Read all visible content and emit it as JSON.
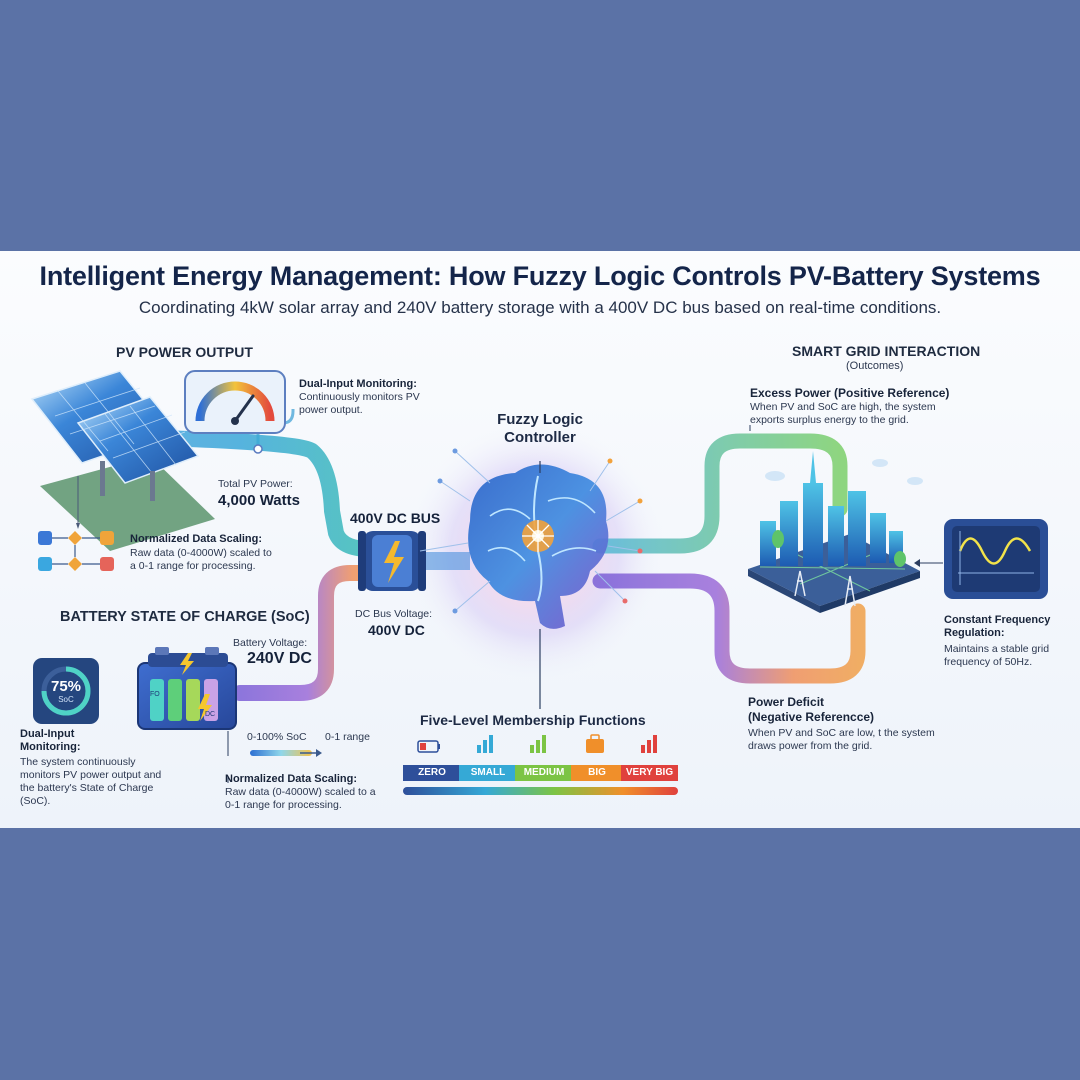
{
  "header": {
    "title": "Intelligent Energy Management: How Fuzzy Logic Controls PV-Battery Systems",
    "subtitle": "Coordinating 4kW solar array and 240V battery storage with a 400V DC bus based on real-time conditions."
  },
  "pv": {
    "heading": "PV POWER OUTPUT",
    "monitor_title": "Dual-Input Monitoring:",
    "monitor_text": "Continuously monitors PV power output.",
    "total_label": "Total PV Power:",
    "total_value": "4,000 Watts",
    "scaling_title": "Normalized Data Scaling:",
    "scaling_text": "Raw data (0-4000W) scaled to a 0-1 range for processing."
  },
  "bus": {
    "label": "400V DC BUS",
    "voltage_label": "DC Bus Voltage:",
    "voltage_value": "400V DC"
  },
  "controller": {
    "label_line1": "Fuzzy Logic",
    "label_line2": "Controller"
  },
  "battery": {
    "heading": "BATTERY STATE OF CHARGE (SoC)",
    "soc_value": "75%",
    "soc_label": "SoC",
    "voltage_label": "Battery Voltage:",
    "voltage_value": "240V DC",
    "monitor_title_1": "Dual-Input",
    "monitor_title_2": "Monitoring:",
    "monitor_text": "The system continuously monitors PV power output and the battery's State of Charge (SoC).",
    "range_from": "0-100% SoC",
    "range_to": "0-1 range",
    "scaling_title": "Normalized Data Scaling:",
    "scaling_text": "Raw data (0-4000W) scaled to a 0-1 range for processing.",
    "cell_label_1": "FO",
    "cell_label_2": "DC"
  },
  "membership": {
    "heading": "Five-Level Membership Functions",
    "levels": [
      "ZERO",
      "SMALL",
      "MEDIUM",
      "BIG",
      "VERY BIG"
    ],
    "colors": [
      "#2e4f9a",
      "#35a9d6",
      "#7cc444",
      "#f08f2a",
      "#e0413d"
    ]
  },
  "grid": {
    "heading": "SMART GRID INTERACTION",
    "subheading": "(Outcomes)",
    "excess_title": "Excess Power (Positive Reference)",
    "excess_text": "When PV and SoC are high, the system exports surplus energy to the grid.",
    "freq_title_1": "Constant Frequency",
    "freq_title_2": "Regulation:",
    "freq_text": "Maintains a stable grid frequency of 50Hz.",
    "deficit_title_1": "Power Deficit",
    "deficit_title_2": "(Negative Referencce)",
    "deficit_text": "When PV and SoC are low, t the system draws power from the grid."
  }
}
